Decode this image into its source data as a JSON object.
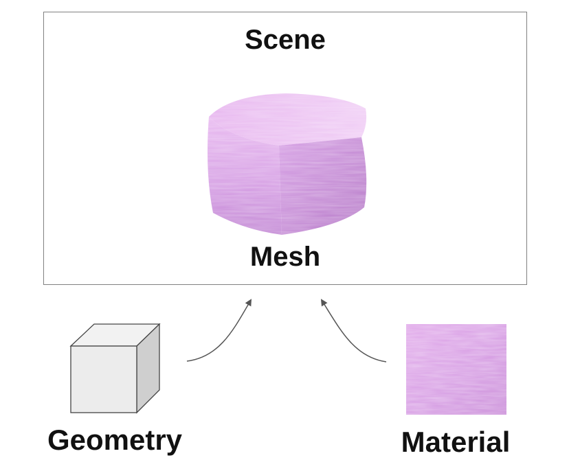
{
  "scene": {
    "title": "Scene"
  },
  "mesh": {
    "label": "Mesh"
  },
  "geometry": {
    "label": "Geometry",
    "icon": "cube-icon"
  },
  "material": {
    "label": "Material",
    "icon": "fur-texture-swatch"
  },
  "colors": {
    "border": "#808080",
    "fur": "#d9a0e6",
    "fur_dark": "#b77fc8",
    "fur_light": "#f2d6f7",
    "cube_face": "#ececec",
    "cube_side": "#cfcfcf",
    "arrow": "#555555"
  }
}
